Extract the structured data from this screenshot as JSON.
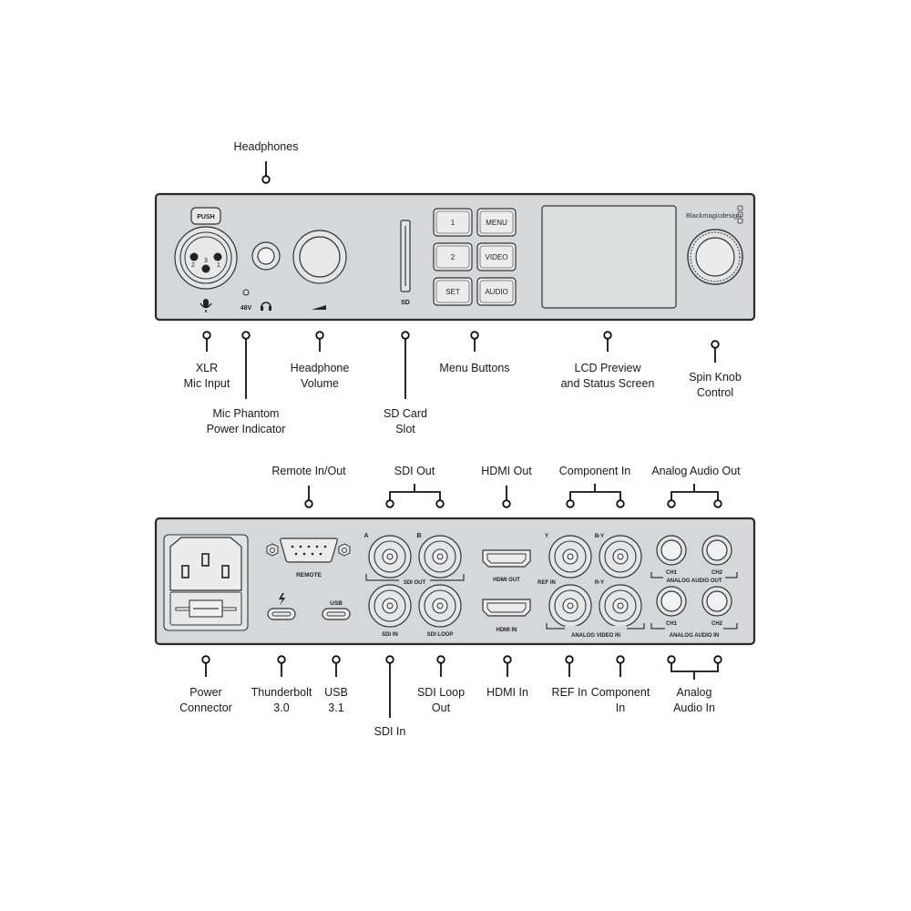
{
  "front_panel": {
    "brand": "Blackmagicdesign",
    "labels": {
      "push": "PUSH",
      "pin2": "2",
      "pin3": "3",
      "pin1": "1",
      "v48": "48V",
      "sd": "SD"
    },
    "buttons": {
      "b1": "1",
      "menu": "MENU",
      "b2": "2",
      "video": "VIDEO",
      "set": "SET",
      "audio": "AUDIO"
    },
    "callouts": {
      "headphones": "Headphones",
      "xlr": [
        "XLR",
        "Mic Input"
      ],
      "phantom": [
        "Mic Phantom",
        "Power Indicator"
      ],
      "volume": [
        "Headphone",
        "Volume"
      ],
      "sd_slot": [
        "SD Card",
        "Slot"
      ],
      "menu_buttons": "Menu Buttons",
      "lcd": [
        "LCD Preview",
        "and Status Screen"
      ],
      "knob": [
        "Spin Knob",
        "Control"
      ]
    }
  },
  "rear_panel": {
    "labels": {
      "remote": "REMOTE",
      "usb": "USB",
      "sdi_a": "A",
      "sdi_b": "B",
      "sdi_out": "SDI OUT",
      "sdi_in": "SDI IN",
      "sdi_loop": "SDI LOOP",
      "hdmi_out": "HDMI OUT",
      "hdmi_in": "HDMI IN",
      "y": "Y",
      "by": "B-Y",
      "ref_in": "REF IN",
      "ry": "R-Y",
      "analog_video_in": "ANALOG VIDEO IN",
      "ch1_out": "CH1",
      "ch2_out": "CH2",
      "analog_audio_out": "ANALOG AUDIO OUT",
      "ch1_in": "CH1",
      "ch2_in": "CH2",
      "analog_audio_in": "ANALOG AUDIO IN"
    },
    "top_callouts": {
      "remote": "Remote In/Out",
      "sdi_out": "SDI Out",
      "hdmi_out": "HDMI Out",
      "component_in": "Component In",
      "analog_audio_out": "Analog Audio Out"
    },
    "bottom_callouts": {
      "power": [
        "Power",
        "Connector"
      ],
      "thunderbolt": [
        "Thunderbolt",
        "3.0"
      ],
      "usb": [
        "USB",
        "3.1"
      ],
      "sdi_in": "SDI In",
      "sdi_loop": [
        "SDI Loop",
        "Out"
      ],
      "hdmi_in": "HDMI In",
      "ref_in": "REF In",
      "component": [
        "Component",
        "In"
      ],
      "analog_audio_in": [
        "Analog",
        "Audio In"
      ]
    }
  }
}
